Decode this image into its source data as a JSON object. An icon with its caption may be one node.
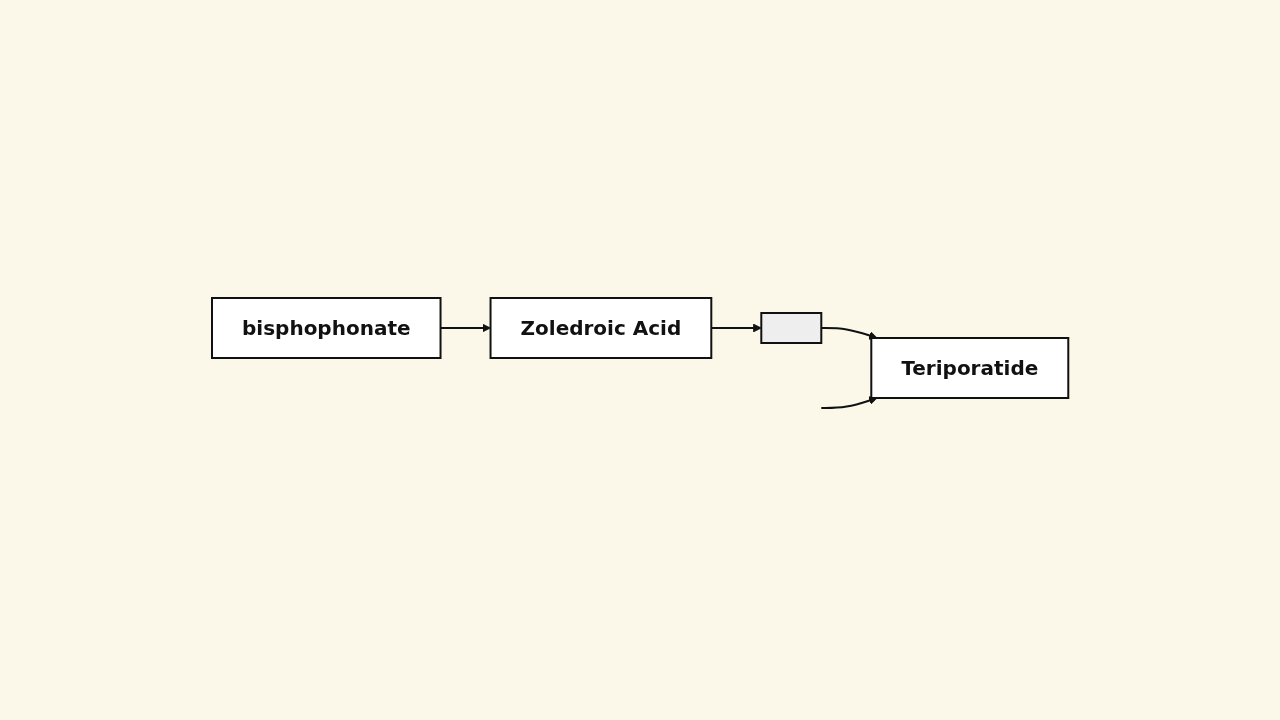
{
  "diagram": {
    "nodes": [
      {
        "text": [
          "bisphophonate"
        ]
      },
      {
        "text": [
          "Zoledroic Acid"
        ]
      },
      {
        "text": [],
        "shape": "box"
      },
      {
        "text": [
          "Teriporatide"
        ]
      }
    ],
    "edges": [
      {
        "from": 0,
        "to": 1,
        "arrow": "to"
      },
      {
        "from": 1,
        "to": 2,
        "arrow": "to"
      },
      {
        "from": 2,
        "to": 3,
        "arrow": "to"
      },
      {
        "from": null,
        "to": 3,
        "arrow": "to"
      }
    ]
  }
}
